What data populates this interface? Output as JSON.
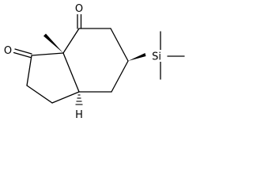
{
  "molecule": {
    "atoms": {
      "ketone_top_oxygen": "O",
      "ketone_left_oxygen": "O",
      "silicon": "Si",
      "ring_fusion_hydrogen": "H"
    }
  }
}
